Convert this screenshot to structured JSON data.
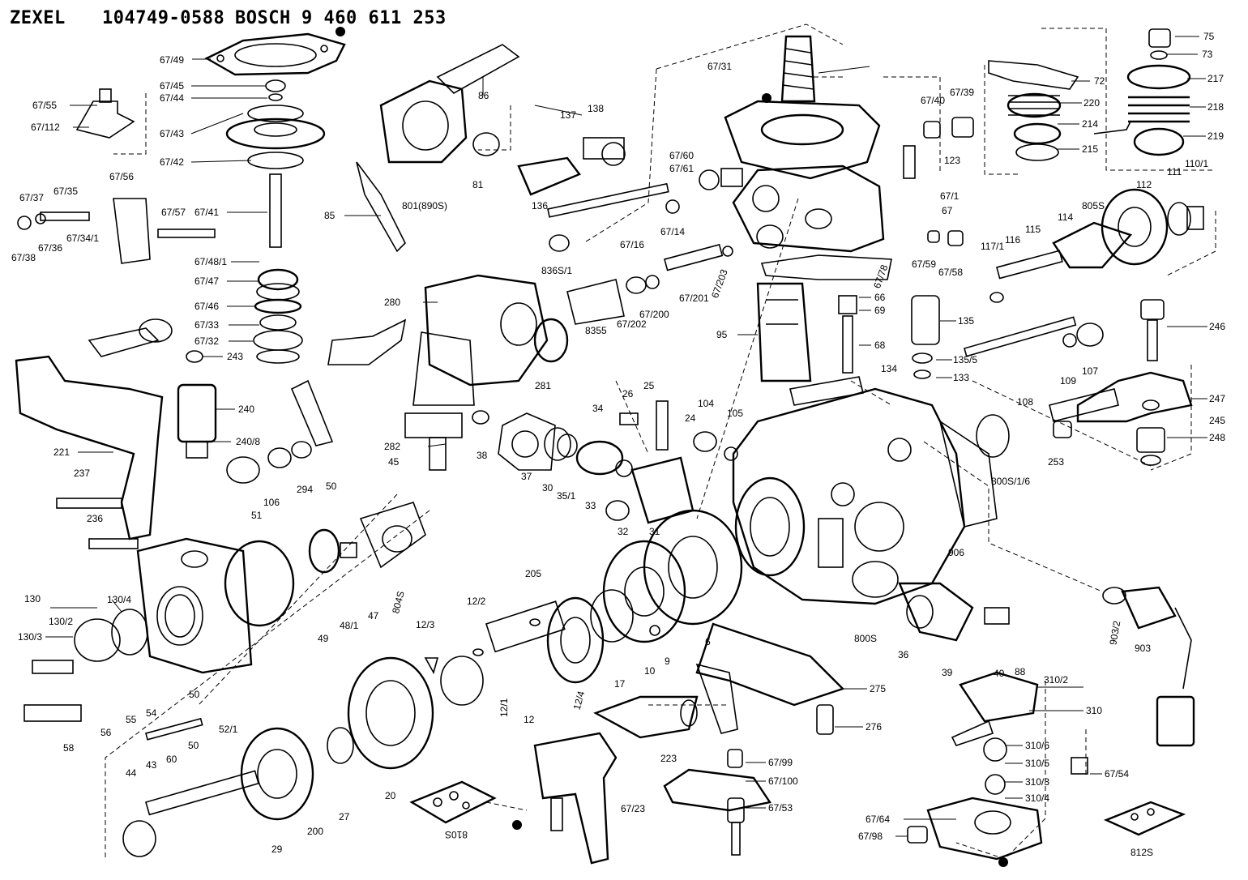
{
  "header": {
    "maker": "ZEXEL",
    "part_no": "104749-0588",
    "brand": "BOSCH",
    "bosch_no": "9 460 611 253"
  },
  "labels": [
    {
      "t": "67/49"
    },
    {
      "t": "67/45"
    },
    {
      "t": "67/44"
    },
    {
      "t": "67/55"
    },
    {
      "t": "67/112"
    },
    {
      "t": "67/43"
    },
    {
      "t": "67/42"
    },
    {
      "t": "67/56"
    },
    {
      "t": "67/37"
    },
    {
      "t": "67/35"
    },
    {
      "t": "67/57"
    },
    {
      "t": "67/41"
    },
    {
      "t": "67/34/1"
    },
    {
      "t": "67/36"
    },
    {
      "t": "67/38"
    },
    {
      "t": "67/48/1"
    },
    {
      "t": "67/47"
    },
    {
      "t": "67/46"
    },
    {
      "t": "67/33"
    },
    {
      "t": "67/32"
    },
    {
      "t": "243"
    },
    {
      "t": "240"
    },
    {
      "t": "240/8"
    },
    {
      "t": "221"
    },
    {
      "t": "237"
    },
    {
      "t": "236"
    },
    {
      "t": "294"
    },
    {
      "t": "106"
    },
    {
      "t": "51"
    },
    {
      "t": "50"
    },
    {
      "t": "45"
    },
    {
      "t": "130"
    },
    {
      "t": "130/4"
    },
    {
      "t": "130/2"
    },
    {
      "t": "130/3"
    },
    {
      "t": "49"
    },
    {
      "t": "48/1"
    },
    {
      "t": "47"
    },
    {
      "t": "804S"
    },
    {
      "t": "50"
    },
    {
      "t": "58"
    },
    {
      "t": "56"
    },
    {
      "t": "55"
    },
    {
      "t": "54"
    },
    {
      "t": "52/1"
    },
    {
      "t": "60"
    },
    {
      "t": "50"
    },
    {
      "t": "44"
    },
    {
      "t": "43"
    },
    {
      "t": "29"
    },
    {
      "t": "200"
    },
    {
      "t": "27"
    },
    {
      "t": "20"
    },
    {
      "t": "810S"
    },
    {
      "t": "86"
    },
    {
      "t": "85"
    },
    {
      "t": "801(890S)"
    },
    {
      "t": "81"
    },
    {
      "t": "137"
    },
    {
      "t": "138"
    },
    {
      "t": "136"
    },
    {
      "t": "280"
    },
    {
      "t": "281"
    },
    {
      "t": "282"
    },
    {
      "t": "38"
    },
    {
      "t": "37"
    },
    {
      "t": "30"
    },
    {
      "t": "35/1"
    },
    {
      "t": "34"
    },
    {
      "t": "33"
    },
    {
      "t": "32"
    },
    {
      "t": "31"
    },
    {
      "t": "26"
    },
    {
      "t": "25"
    },
    {
      "t": "24"
    },
    {
      "t": "205"
    },
    {
      "t": "12/2"
    },
    {
      "t": "12/3"
    },
    {
      "t": "12/1"
    },
    {
      "t": "12"
    },
    {
      "t": "12/4"
    },
    {
      "t": "17"
    },
    {
      "t": "10"
    },
    {
      "t": "9"
    },
    {
      "t": "6"
    },
    {
      "t": "223"
    },
    {
      "t": "67/23"
    },
    {
      "t": "67/31"
    },
    {
      "t": "67/60"
    },
    {
      "t": "67/61"
    },
    {
      "t": "67/16"
    },
    {
      "t": "67/14"
    },
    {
      "t": "836S/1"
    },
    {
      "t": "8355"
    },
    {
      "t": "67/202"
    },
    {
      "t": "67/200"
    },
    {
      "t": "67/201"
    },
    {
      "t": "67/203"
    },
    {
      "t": "67/40"
    },
    {
      "t": "67/39"
    },
    {
      "t": "123"
    },
    {
      "t": "67/1"
    },
    {
      "t": "67"
    },
    {
      "t": "67/59"
    },
    {
      "t": "67/58"
    },
    {
      "t": "67/78"
    },
    {
      "t": "66"
    },
    {
      "t": "69"
    },
    {
      "t": "68"
    },
    {
      "t": "95"
    },
    {
      "t": "135"
    },
    {
      "t": "135/5"
    },
    {
      "t": "134"
    },
    {
      "t": "133"
    },
    {
      "t": "104"
    },
    {
      "t": "105"
    },
    {
      "t": "906"
    },
    {
      "t": "800S"
    },
    {
      "t": "36"
    },
    {
      "t": "39"
    },
    {
      "t": "40"
    },
    {
      "t": "275"
    },
    {
      "t": "276"
    },
    {
      "t": "67/99"
    },
    {
      "t": "67/100"
    },
    {
      "t": "67/53"
    },
    {
      "t": "72"
    },
    {
      "t": "220"
    },
    {
      "t": "214"
    },
    {
      "t": "215"
    },
    {
      "t": "75"
    },
    {
      "t": "73"
    },
    {
      "t": "217"
    },
    {
      "t": "218"
    },
    {
      "t": "219"
    },
    {
      "t": "112"
    },
    {
      "t": "111"
    },
    {
      "t": "110/1"
    },
    {
      "t": "805S"
    },
    {
      "t": "114"
    },
    {
      "t": "115"
    },
    {
      "t": "116"
    },
    {
      "t": "117/1"
    },
    {
      "t": "246"
    },
    {
      "t": "107"
    },
    {
      "t": "109"
    },
    {
      "t": "108"
    },
    {
      "t": "247"
    },
    {
      "t": "245"
    },
    {
      "t": "248"
    },
    {
      "t": "253"
    },
    {
      "t": "800S/1/6"
    },
    {
      "t": "903/2"
    },
    {
      "t": "903"
    },
    {
      "t": "88"
    },
    {
      "t": "310/2"
    },
    {
      "t": "310"
    },
    {
      "t": "310/6"
    },
    {
      "t": "310/5"
    },
    {
      "t": "310/3"
    },
    {
      "t": "310/4"
    },
    {
      "t": "67/54"
    },
    {
      "t": "67/64"
    },
    {
      "t": "67/98"
    },
    {
      "t": "812S"
    }
  ]
}
